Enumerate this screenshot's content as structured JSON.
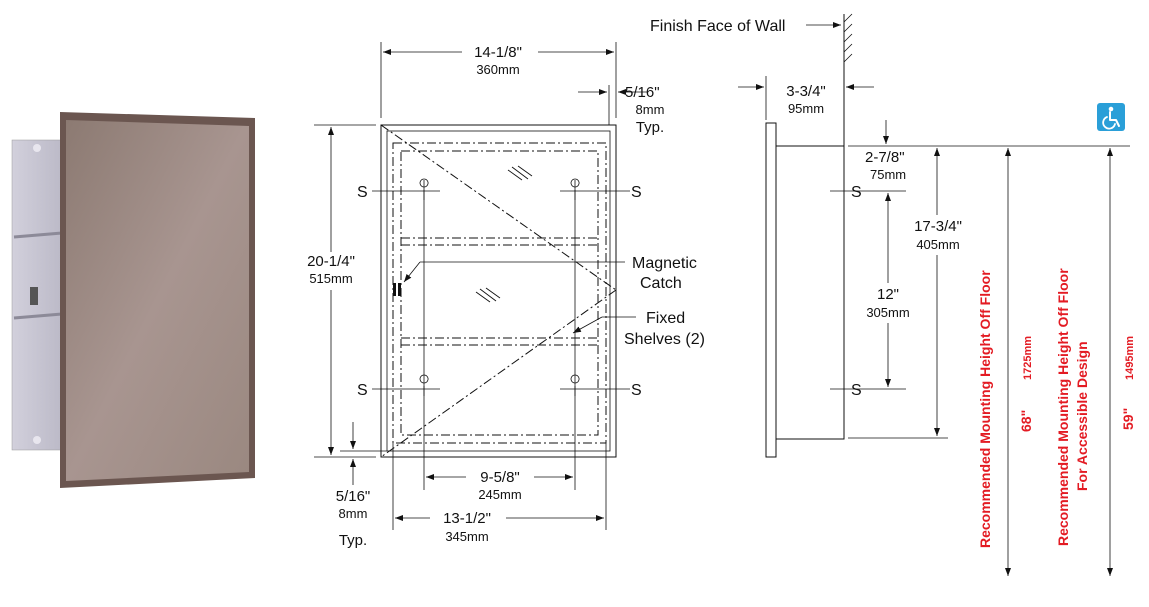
{
  "photo": {
    "colors": {
      "frame": "#6a5a55",
      "mirror": "#a08a80",
      "cabinet": "#c8c6d2"
    }
  },
  "front_view": {
    "overall_width": {
      "inch": "14-1/8\"",
      "mm": "360mm"
    },
    "flange": {
      "inch": "5/16\"",
      "mm": "8mm",
      "note": "Typ."
    },
    "overall_height": {
      "inch": "20-1/4\"",
      "mm": "515mm"
    },
    "flange_bottom": {
      "inch": "5/16\"",
      "mm": "8mm",
      "note": "Typ."
    },
    "screw_spacing": {
      "inch": "9-5/8\"",
      "mm": "245mm"
    },
    "rough_width": {
      "inch": "13-1/2\"",
      "mm": "345mm"
    },
    "screw_label": "S",
    "magnetic_catch": {
      "line1": "Magnetic",
      "line2": "Catch"
    },
    "fixed_shelves": {
      "line1": "Fixed",
      "line2": "Shelves (2)"
    }
  },
  "side_view": {
    "wall_label": "Finish Face of Wall",
    "depth": {
      "inch": "3-3/4\"",
      "mm": "95mm"
    },
    "top_to_screw": {
      "inch": "2-7/8\"",
      "mm": "75mm"
    },
    "screw_vertical": {
      "inch": "12\"",
      "mm": "305mm"
    },
    "rough_height": {
      "inch": "17-3/4\"",
      "mm": "405mm"
    },
    "screw_label": "S"
  },
  "mounting": {
    "standard": {
      "title": "Recommended Mounting Height Off Floor",
      "inch": "68\"",
      "mm": "1725mm"
    },
    "accessible": {
      "title_line1": "Recommended Mounting Height Off Floor",
      "title_line2": "For Accessible Design",
      "inch": "59\"",
      "mm": "1495mm"
    },
    "colors": {
      "text": "#e31b23",
      "ada_badge": "#2a9fd8"
    },
    "ada_icon": "wheelchair-icon"
  }
}
